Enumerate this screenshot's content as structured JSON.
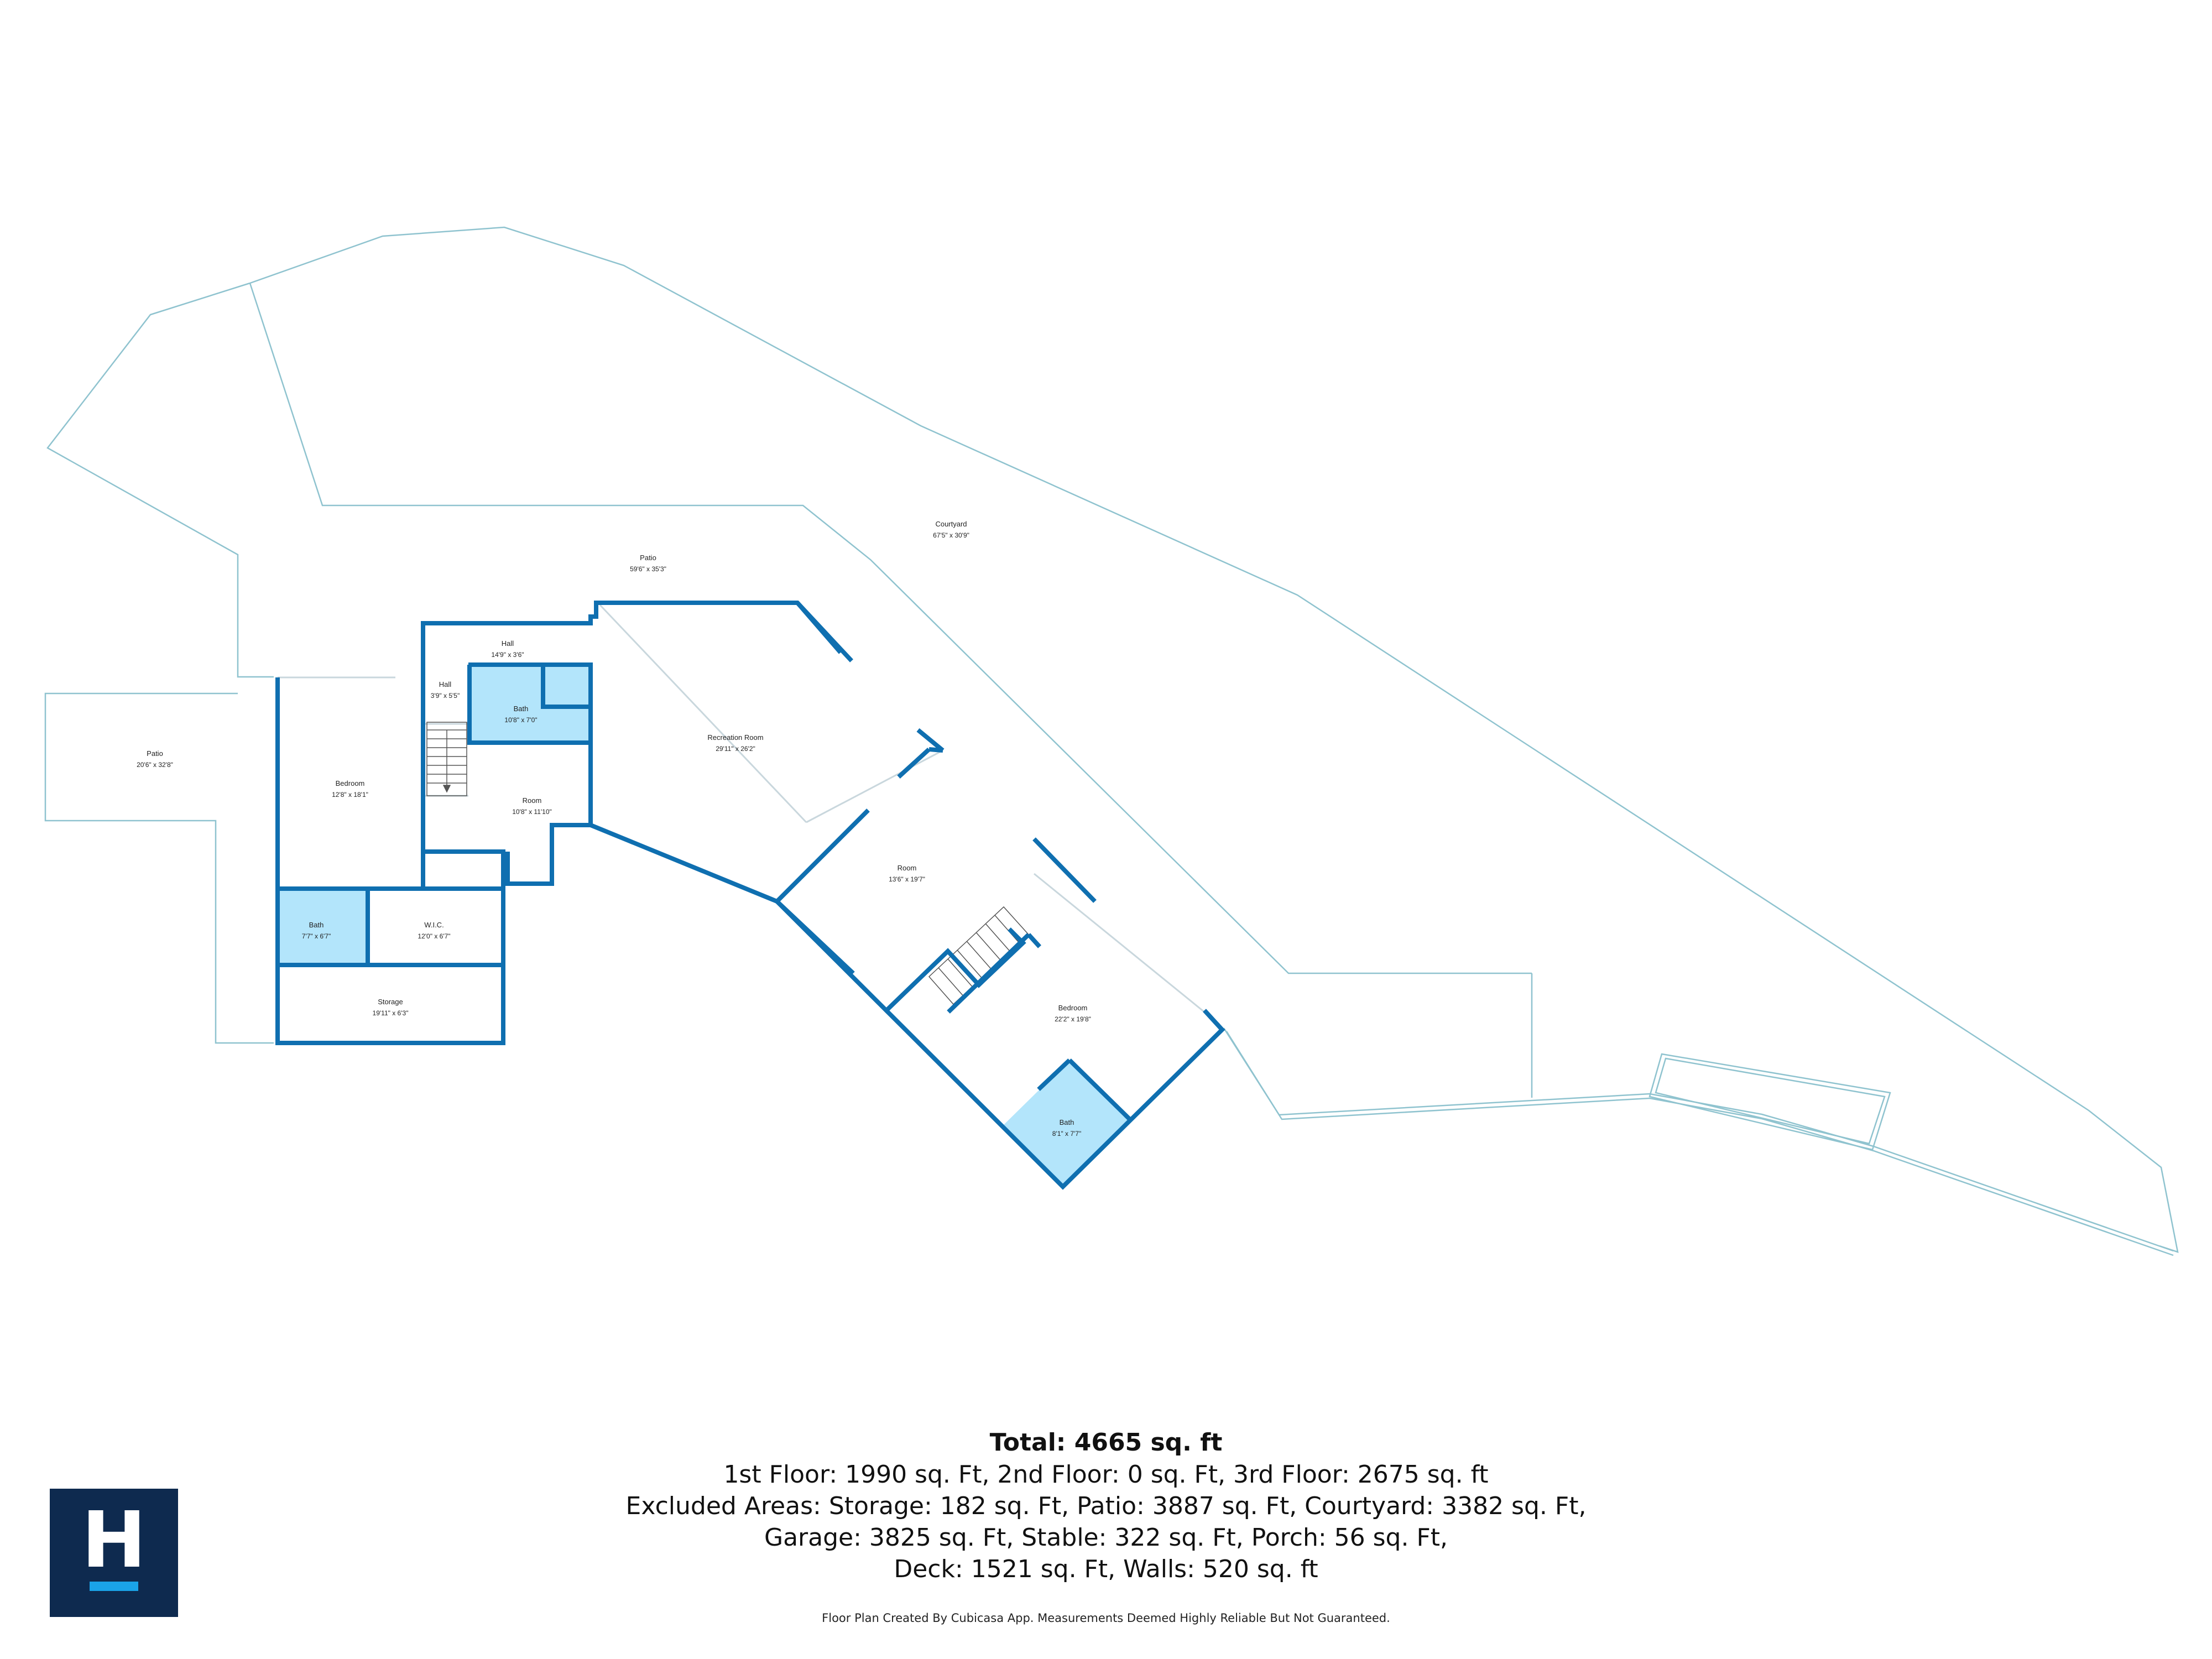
{
  "colors": {
    "wall": "#0f6fb0",
    "outline": "#8fc3cf",
    "bath_fill": "#b3e5fb",
    "logo_bg": "#0e2a4f",
    "logo_accent": "#1aa3e8"
  },
  "rooms": {
    "courtyard": {
      "name": "Courtyard",
      "dim": "67'5\" x 30'9\""
    },
    "patio_top": {
      "name": "Patio",
      "dim": "59'6\" x 35'3\""
    },
    "patio_left": {
      "name": "Patio",
      "dim": "20'6\" x 32'8\""
    },
    "hall_1": {
      "name": "Hall",
      "dim": "14'9\" x 3'6\""
    },
    "hall_2": {
      "name": "Hall",
      "dim": "3'9\" x 5'5\""
    },
    "bath_1": {
      "name": "Bath",
      "dim": "10'8\" x 7'0\""
    },
    "recreation": {
      "name": "Recreation Room",
      "dim": "29'11\" x 26'2\""
    },
    "bedroom_1": {
      "name": "Bedroom",
      "dim": "12'8\" x 18'1\""
    },
    "room_1": {
      "name": "Room",
      "dim": "10'8\" x 11'10\""
    },
    "room_2": {
      "name": "Room",
      "dim": "13'6\" x 19'7\""
    },
    "bath_2": {
      "name": "Bath",
      "dim": "7'7\" x 6'7\""
    },
    "wic": {
      "name": "W.I.C.",
      "dim": "12'0\" x 6'7\""
    },
    "storage": {
      "name": "Storage",
      "dim": "19'11\" x 6'3\""
    },
    "bedroom_2": {
      "name": "Bedroom",
      "dim": "22'2\" x 19'8\""
    },
    "bath_3": {
      "name": "Bath",
      "dim": "8'1\" x 7'7\""
    }
  },
  "summary": {
    "total": "Total: 4665 sq. ft",
    "line1": "1st Floor: 1990 sq. Ft, 2nd Floor: 0 sq. Ft, 3rd Floor: 2675 sq. ft",
    "line2": "Excluded Areas: Storage: 182 sq. Ft, Patio: 3887 sq. Ft, Courtyard: 3382 sq. Ft,",
    "line3": "Garage: 3825 sq. Ft, Stable: 322 sq. Ft, Porch: 56 sq. Ft,",
    "line4": "Deck: 1521 sq. Ft, Walls: 520 sq. ft"
  },
  "disclaimer": "Floor Plan Created By Cubicasa App. Measurements Deemed Highly Reliable But Not Guaranteed.",
  "logo": {
    "letter": "H"
  }
}
